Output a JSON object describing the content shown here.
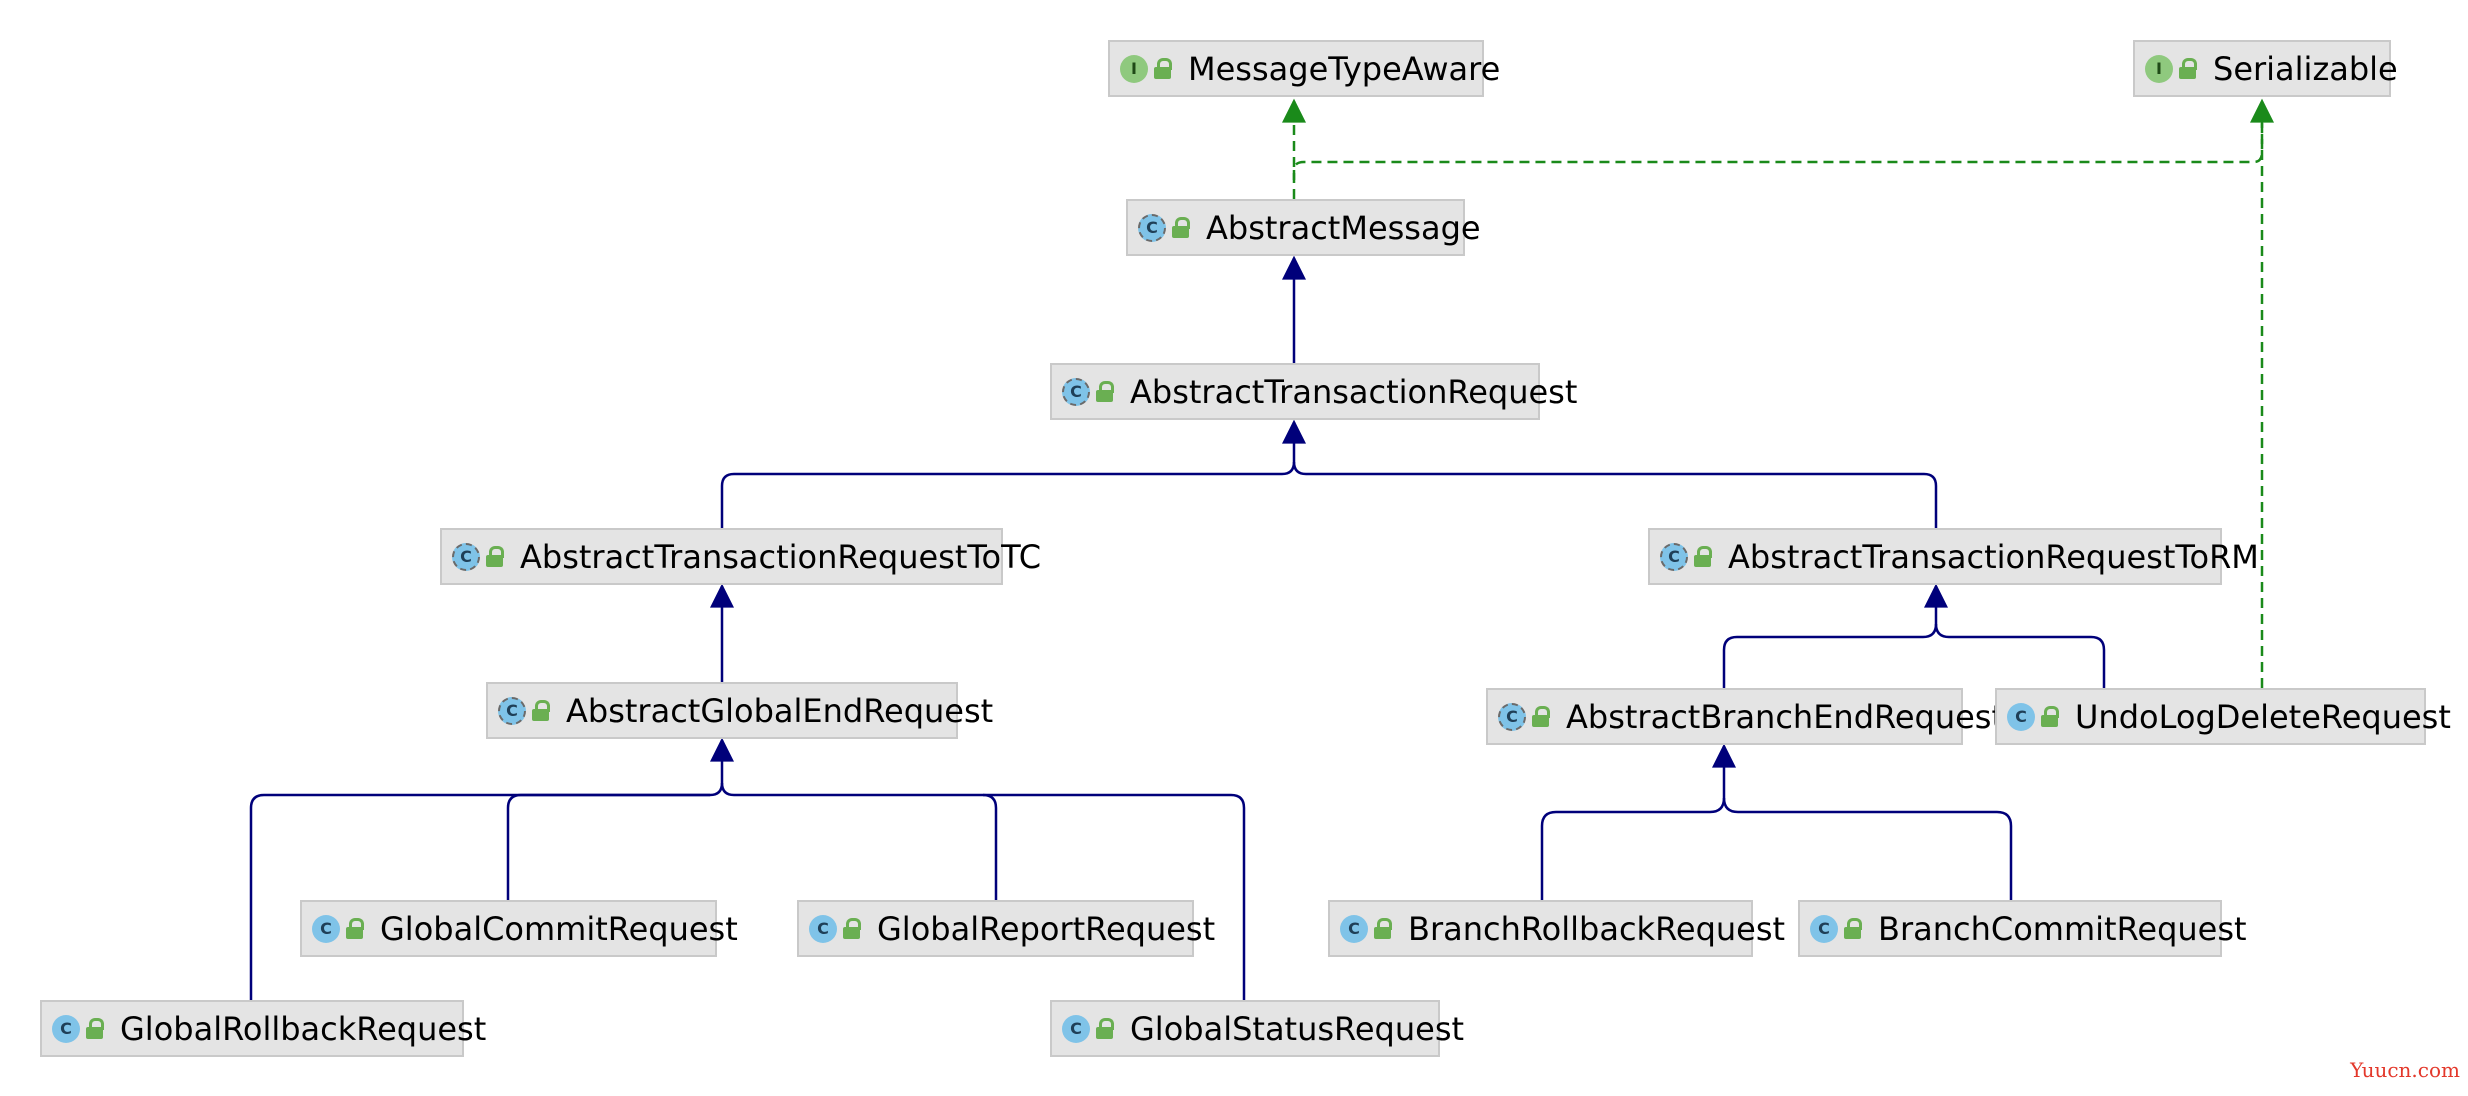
{
  "nodes": [
    {
      "id": "MessageTypeAware",
      "label": "MessageTypeAware",
      "kind": "interface",
      "icon_letter": "I"
    },
    {
      "id": "Serializable",
      "label": "Serializable",
      "kind": "interface",
      "icon_letter": "I"
    },
    {
      "id": "AbstractMessage",
      "label": "AbstractMessage",
      "kind": "abstract",
      "icon_letter": "C"
    },
    {
      "id": "AbstractTransactionRequest",
      "label": "AbstractTransactionRequest",
      "kind": "abstract",
      "icon_letter": "C"
    },
    {
      "id": "AbstractTransactionRequestToTC",
      "label": "AbstractTransactionRequestToTC",
      "kind": "abstract",
      "icon_letter": "C"
    },
    {
      "id": "AbstractTransactionRequestToRM",
      "label": "AbstractTransactionRequestToRM",
      "kind": "abstract",
      "icon_letter": "C"
    },
    {
      "id": "AbstractGlobalEndRequest",
      "label": "AbstractGlobalEndRequest",
      "kind": "abstract",
      "icon_letter": "C"
    },
    {
      "id": "AbstractBranchEndRequest",
      "label": "AbstractBranchEndRequest",
      "kind": "abstract",
      "icon_letter": "C"
    },
    {
      "id": "UndoLogDeleteRequest",
      "label": "UndoLogDeleteRequest",
      "kind": "class",
      "icon_letter": "C"
    },
    {
      "id": "GlobalCommitRequest",
      "label": "GlobalCommitRequest",
      "kind": "class",
      "icon_letter": "C"
    },
    {
      "id": "GlobalReportRequest",
      "label": "GlobalReportRequest",
      "kind": "class",
      "icon_letter": "C"
    },
    {
      "id": "BranchRollbackRequest",
      "label": "BranchRollbackRequest",
      "kind": "class",
      "icon_letter": "C"
    },
    {
      "id": "BranchCommitRequest",
      "label": "BranchCommitRequest",
      "kind": "class",
      "icon_letter": "C"
    },
    {
      "id": "GlobalRollbackRequest",
      "label": "GlobalRollbackRequest",
      "kind": "class",
      "icon_letter": "C"
    },
    {
      "id": "GlobalStatusRequest",
      "label": "GlobalStatusRequest",
      "kind": "class",
      "icon_letter": "C"
    }
  ],
  "edges": [
    {
      "from": "AbstractMessage",
      "to": "MessageTypeAware",
      "type": "implements"
    },
    {
      "from": "AbstractMessage",
      "to": "Serializable",
      "type": "implements"
    },
    {
      "from": "UndoLogDeleteRequest",
      "to": "Serializable",
      "type": "implements"
    },
    {
      "from": "AbstractTransactionRequest",
      "to": "AbstractMessage",
      "type": "extends"
    },
    {
      "from": "AbstractTransactionRequestToTC",
      "to": "AbstractTransactionRequest",
      "type": "extends"
    },
    {
      "from": "AbstractTransactionRequestToRM",
      "to": "AbstractTransactionRequest",
      "type": "extends"
    },
    {
      "from": "AbstractGlobalEndRequest",
      "to": "AbstractTransactionRequestToTC",
      "type": "extends"
    },
    {
      "from": "AbstractBranchEndRequest",
      "to": "AbstractTransactionRequestToRM",
      "type": "extends"
    },
    {
      "from": "UndoLogDeleteRequest",
      "to": "AbstractTransactionRequestToRM",
      "type": "extends"
    },
    {
      "from": "GlobalRollbackRequest",
      "to": "AbstractGlobalEndRequest",
      "type": "extends"
    },
    {
      "from": "GlobalCommitRequest",
      "to": "AbstractGlobalEndRequest",
      "type": "extends"
    },
    {
      "from": "GlobalReportRequest",
      "to": "AbstractGlobalEndRequest",
      "type": "extends"
    },
    {
      "from": "GlobalStatusRequest",
      "to": "AbstractGlobalEndRequest",
      "type": "extends"
    },
    {
      "from": "BranchRollbackRequest",
      "to": "AbstractBranchEndRequest",
      "type": "extends"
    },
    {
      "from": "BranchCommitRequest",
      "to": "AbstractBranchEndRequest",
      "type": "extends"
    }
  ],
  "colors": {
    "extends": "#00007a",
    "implements": "#1a8a1a"
  },
  "watermark": "Yuucn.com"
}
